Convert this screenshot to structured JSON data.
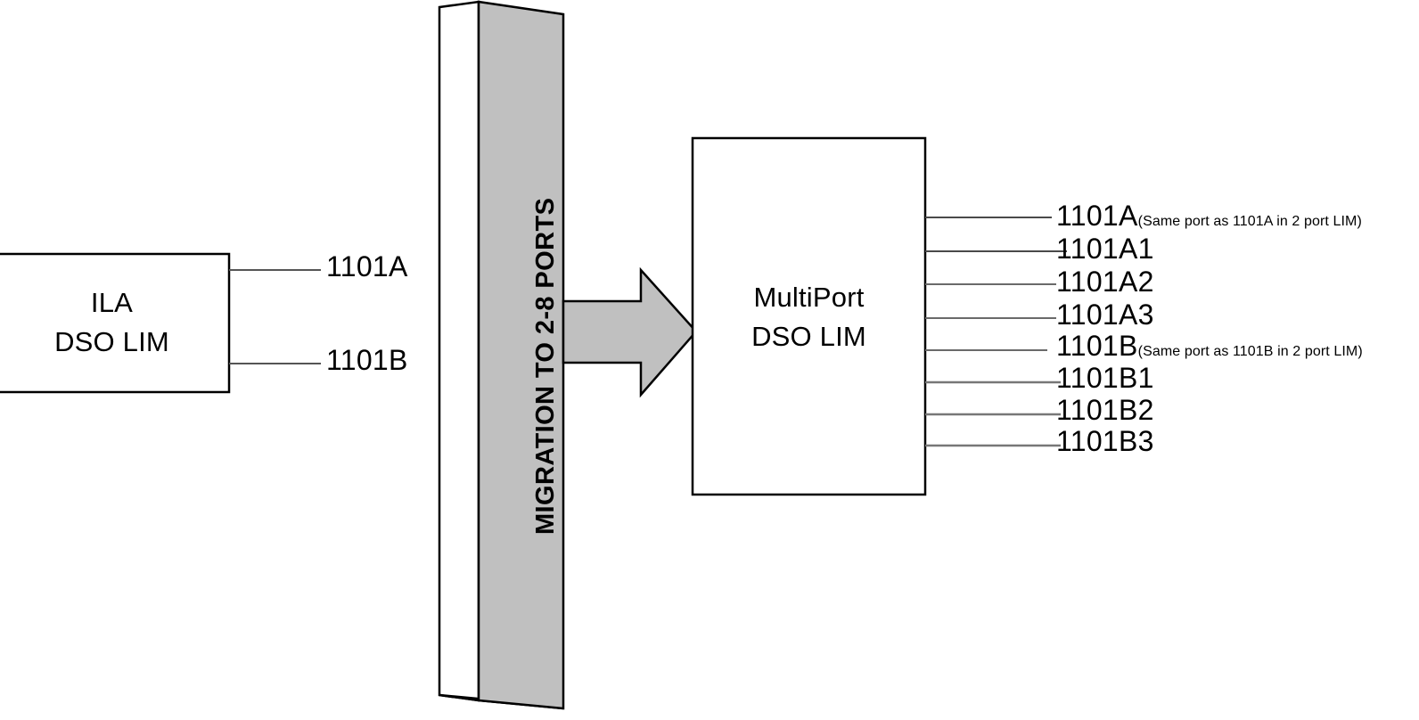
{
  "diagram": {
    "title": "DSO LIM port migration diagram",
    "colors": {
      "fill_gray": "#c0c0c0",
      "stroke": "#000000",
      "line_gray": "#808080",
      "background": "#ffffff"
    },
    "source_box": {
      "line1": "ILA",
      "line2": "DSO LIM",
      "ports": [
        {
          "label": "1101A"
        },
        {
          "label": "1101B"
        }
      ]
    },
    "migration_bar": {
      "text": "MIGRATION TO 2-8 PORTS",
      "orientation": "vertical-bottom-to-top"
    },
    "arrow": {
      "direction": "right",
      "name": "migration-arrow"
    },
    "target_box": {
      "line1": "MultiPort",
      "line2": "DSO LIM",
      "ports": [
        {
          "label": "1101A",
          "note": "(Same port as 1101A in 2 port LIM)"
        },
        {
          "label": "1101A1",
          "note": ""
        },
        {
          "label": "1101A2",
          "note": ""
        },
        {
          "label": "1101A3",
          "note": ""
        },
        {
          "label": "1101B",
          "note": "(Same port as 1101B in 2 port LIM)"
        },
        {
          "label": "1101B1",
          "note": ""
        },
        {
          "label": "1101B2",
          "note": ""
        },
        {
          "label": "1101B3",
          "note": ""
        }
      ]
    }
  }
}
